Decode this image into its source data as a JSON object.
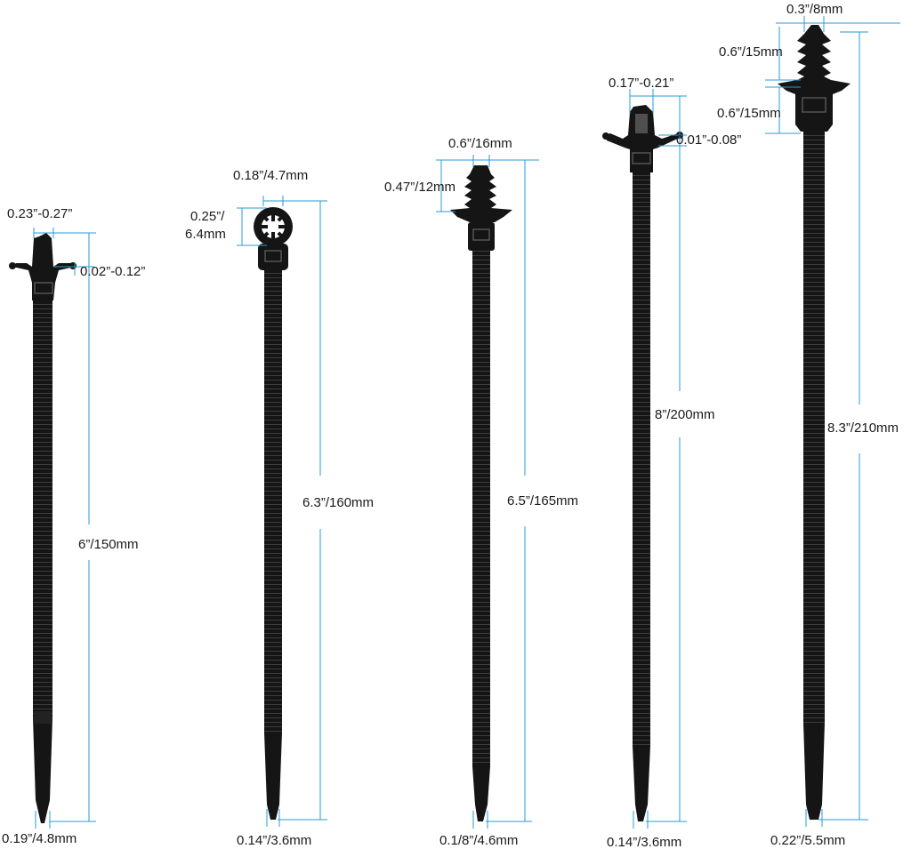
{
  "accent_color": "#2a9bd4",
  "tie_color": "#151515",
  "ties": [
    {
      "name": "push-mount-arrow-tie",
      "length": "6”/150mm",
      "width": "0.19”/4.8mm",
      "head_dims": [
        "0.23”-0.27”",
        "0.02”-0.12”"
      ]
    },
    {
      "name": "ring-head-tie",
      "length": "6.3”/160mm",
      "width": "0.14”/3.6mm",
      "head_dims": [
        "0.18”/4.7mm",
        "0.25”/",
        "6.4mm"
      ]
    },
    {
      "name": "fir-tree-mount-tie",
      "length": "6.5”/165mm",
      "width": "0.1/8”/4.6mm",
      "head_dims": [
        "0.6”/16mm",
        "0.47”/12mm"
      ]
    },
    {
      "name": "push-mount-wing-tie",
      "length": "8”/200mm",
      "width": "0.14”/3.6mm",
      "head_dims": [
        "0.17”-0.21”",
        "0.01”-0.08”"
      ]
    },
    {
      "name": "large-fir-tree-tie",
      "length": "8.3”/210mm",
      "width": "0.22”/5.5mm",
      "head_dims": [
        "0.3”/8mm",
        "0.6”/15mm",
        "0.6”/15mm"
      ]
    }
  ]
}
